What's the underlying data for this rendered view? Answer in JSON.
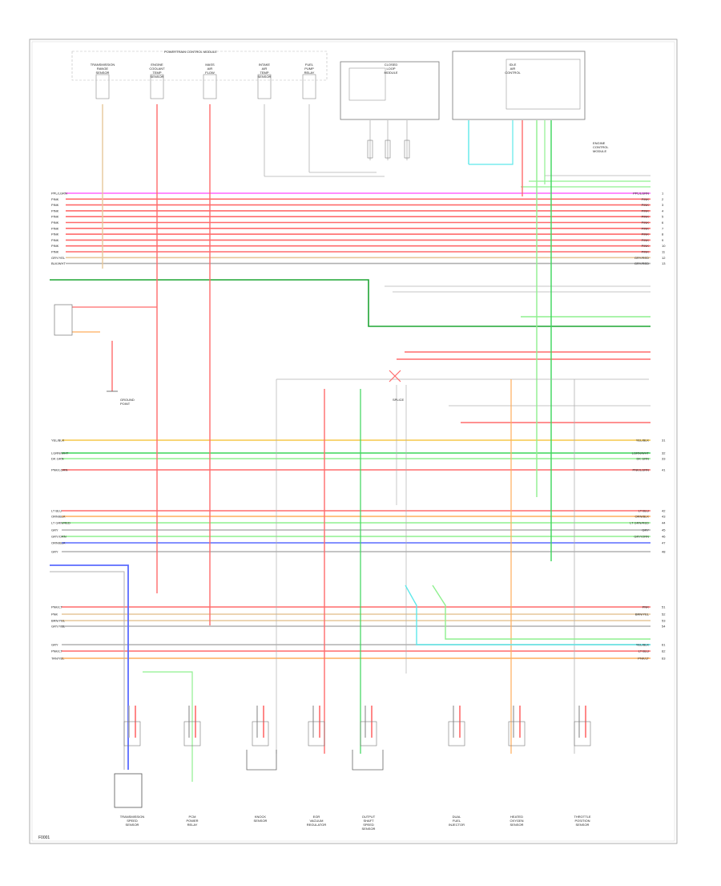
{
  "diagram": {
    "figure_id": "F0001",
    "section_label": "POWERTRAIN CONTROL MODULE"
  },
  "colors": {
    "red": "#ff6b6b",
    "pink": "#ff66ff",
    "yellow": "#f5c84a",
    "orange": "#ffae5c",
    "green": "#3bd65a",
    "darkgreen": "#1fa534",
    "lightgreen": "#8ff08f",
    "cyan": "#5ee8ea",
    "blue": "#5b6bff",
    "tan": "#e6c79a",
    "gray": "#b0b0b0",
    "black": "#444444"
  },
  "bus_wires": [
    {
      "label_left": "PPL/LGRN",
      "label_right": "PPL/LGRN",
      "pin": "1",
      "color": "pink"
    },
    {
      "label_left": "PINK",
      "label_right": "PINK",
      "pin": "2",
      "color": "red"
    },
    {
      "label_left": "PINK",
      "label_right": "PINK",
      "pin": "3",
      "color": "red"
    },
    {
      "label_left": "PINK",
      "label_right": "PINK",
      "pin": "4",
      "color": "red"
    },
    {
      "label_left": "PINK",
      "label_right": "PINK",
      "pin": "5",
      "color": "red"
    },
    {
      "label_left": "PINK",
      "label_right": "PINK",
      "pin": "6",
      "color": "red"
    },
    {
      "label_left": "PINK",
      "label_right": "PINK",
      "pin": "7",
      "color": "red"
    },
    {
      "label_left": "PINK",
      "label_right": "PINK",
      "pin": "8",
      "color": "red"
    },
    {
      "label_left": "PINK",
      "label_right": "PINK",
      "pin": "9",
      "color": "red"
    },
    {
      "label_left": "PINK",
      "label_right": "PINK",
      "pin": "10",
      "color": "red"
    },
    {
      "label_left": "PINK",
      "label_right": "PINK",
      "pin": "11",
      "color": "red"
    },
    {
      "label_left": "GRY/YEL",
      "label_right": "GRY/RED",
      "pin": "12",
      "color": "tan"
    },
    {
      "label_left": "BLK/WHT",
      "label_right": "GRY/RED",
      "pin": "13",
      "color": "gray"
    }
  ],
  "lower_bus": [
    {
      "label_left": "YEL/BLK",
      "label_right": "YEL/BLK",
      "pin": "31",
      "color": "yellow"
    },
    {
      "label_left": "LGRN/WHT",
      "label_right": "LGRN/WHT",
      "pin": "32",
      "color": "green"
    },
    {
      "label_left": "DK GRN",
      "label_right": "DK GRN",
      "pin": "33",
      "color": "lightgreen"
    },
    {
      "label_left": "PNK/LGRN",
      "label_right": "PNK/LGRN",
      "pin": "41",
      "color": "red"
    },
    {
      "label_left": "LT BLU",
      "label_right": "LT BLU",
      "pin": "42",
      "color": "red"
    },
    {
      "label_left": "ORN/BLK",
      "label_right": "ORN/BLK",
      "pin": "43",
      "color": "orange"
    },
    {
      "label_left": "LT GRN/RED",
      "label_right": "LT GRN/RED",
      "pin": "44",
      "color": "lightgreen"
    },
    {
      "label_left": "GRY",
      "label_right": "GRY",
      "pin": "45",
      "color": "gray"
    },
    {
      "label_left": "GRY/ORN",
      "label_right": "GRY/ORN",
      "pin": "46",
      "color": "lightgreen"
    },
    {
      "label_left": "ORN/BLK",
      "label_right": "",
      "pin": "47",
      "color": "blue"
    },
    {
      "label_left": "GRY",
      "label_right": "",
      "pin": "48",
      "color": "gray"
    }
  ],
  "bottom_bus": [
    {
      "label_left": "PNK/LT",
      "label_right": "PNK",
      "pin": "51",
      "color": "red"
    },
    {
      "label_left": "PNK",
      "label_right": "BRN/YEL",
      "pin": "52",
      "color": "tan"
    },
    {
      "label_left": "BRN/YEL",
      "label_right": "",
      "pin": "53",
      "color": "tan"
    },
    {
      "label_left": "GRY/YEL",
      "label_right": "",
      "pin": "54",
      "color": "gray"
    },
    {
      "label_left": "GRY",
      "label_right": "YEL/BLK",
      "pin": "61",
      "color": "gray"
    },
    {
      "label_left": "PNK/LT",
      "label_right": "LT BLU",
      "pin": "62",
      "color": "red"
    },
    {
      "label_left": "TAN/YEL",
      "label_right": "PNK/LT",
      "pin": "63",
      "color": "orange"
    }
  ],
  "top_components": [
    {
      "name": "TRANSMISSION RANGE SENSOR"
    },
    {
      "name": "ENGINE COOLANT TEMP SENSOR"
    },
    {
      "name": "MASS AIR FLOW"
    },
    {
      "name": "INTAKE AIR TEMP SENSOR"
    },
    {
      "name": "FUEL PUMP RELAY"
    },
    {
      "name": "CLOSED LOOP MODULE"
    },
    {
      "name": "IDLE AIR CONTROL"
    }
  ],
  "bottom_components": [
    {
      "name": "TRANSMISSION SPEED SENSOR"
    },
    {
      "name": "PCM POWER RELAY"
    },
    {
      "name": "KNOCK SENSOR"
    },
    {
      "name": "EGR VACUUM REGULATOR"
    },
    {
      "name": "OUTPUT SHAFT SPEED SENSOR"
    },
    {
      "name": "DUAL FUEL INJECTOR"
    },
    {
      "name": "HEATED OXYGEN SENSOR"
    },
    {
      "name": "THROTTLE POSITION SENSOR"
    }
  ],
  "annotations": [
    {
      "text": "ENGINE CONTROL MODULE"
    },
    {
      "text": "GROUND POINT"
    },
    {
      "text": "SPLICE"
    }
  ]
}
